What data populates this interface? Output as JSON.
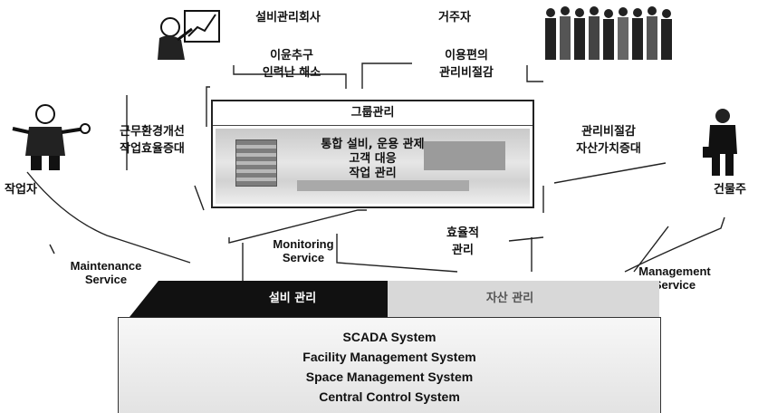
{
  "top": {
    "company": "설비관리회사",
    "resident": "거주자"
  },
  "benefits": {
    "company": [
      "이윤추구",
      "인력난 해소"
    ],
    "resident": [
      "이용편의",
      "관리비절감"
    ],
    "worker": [
      "근무환경개선",
      "작업효율증대"
    ],
    "owner": [
      "관리비절감",
      "자산가치증대"
    ],
    "efficient": [
      "효율적",
      "관리"
    ]
  },
  "actors": {
    "worker": "작업자",
    "owner": "건물주"
  },
  "center": {
    "title": "그룹관리",
    "lines": [
      "통합 설비, 운용 관제",
      "고객 대응",
      "작업 관리"
    ]
  },
  "services": {
    "monitoring": [
      "Monitoring",
      "Service"
    ],
    "maintenance": [
      "Maintenance",
      "Service"
    ],
    "management": [
      "Management",
      "Service"
    ]
  },
  "band": {
    "left": "설비 관리",
    "right": "자산 관리",
    "left_color": "#111111",
    "right_color": "#d8d8d8"
  },
  "systems": [
    "SCADA System",
    "Facility Management System",
    "Space Management System",
    "Central Control System"
  ],
  "icons": [
    "presenter-icon",
    "crowd-icon",
    "worker-icon",
    "businessman-icon"
  ]
}
